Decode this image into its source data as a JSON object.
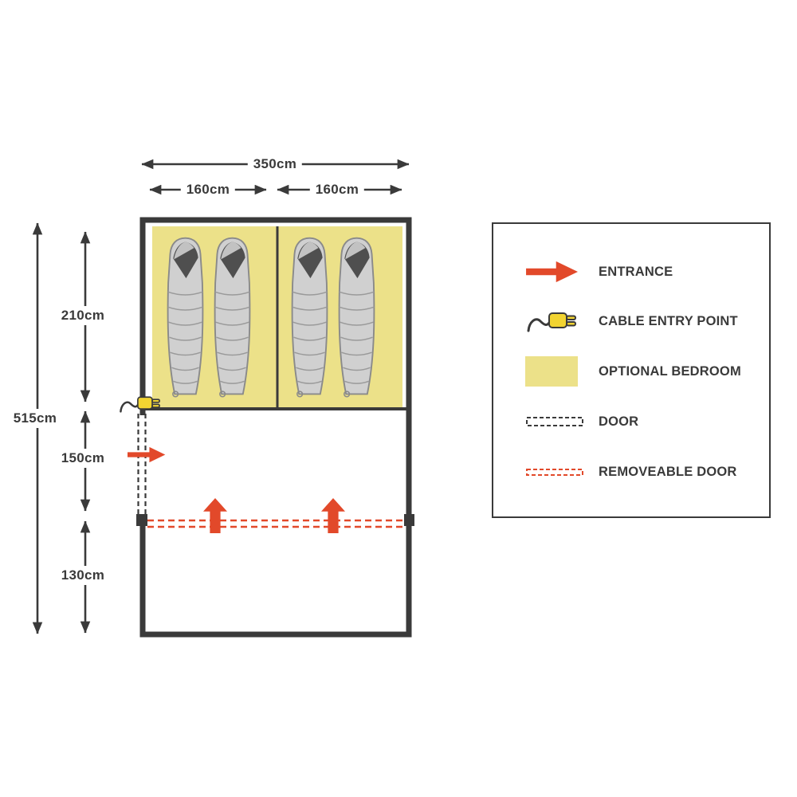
{
  "colors": {
    "dark": "#3a3a3a",
    "red": "#e2492a",
    "bedroom": "#ece189",
    "plug": "#f2d431",
    "bagfill": "#d0d0d0",
    "bagstroke": "#8a8a8a",
    "hood": "#4f4f4f"
  },
  "dimensions": {
    "width_total": "350cm",
    "width_left": "160cm",
    "width_right": "160cm",
    "height_total": "515cm",
    "bedroom_depth": "210cm",
    "living_depth": "150cm",
    "porch_depth": "130cm"
  },
  "legend": {
    "items": [
      {
        "id": "entrance",
        "label": "ENTRANCE"
      },
      {
        "id": "cable-entry-point",
        "label": "CABLE ENTRY POINT"
      },
      {
        "id": "optional-bedroom",
        "label": "OPTIONAL BEDROOM"
      },
      {
        "id": "door",
        "label": "DOOR"
      },
      {
        "id": "removeable-door",
        "label": "REMOVEABLE DOOR"
      }
    ]
  }
}
